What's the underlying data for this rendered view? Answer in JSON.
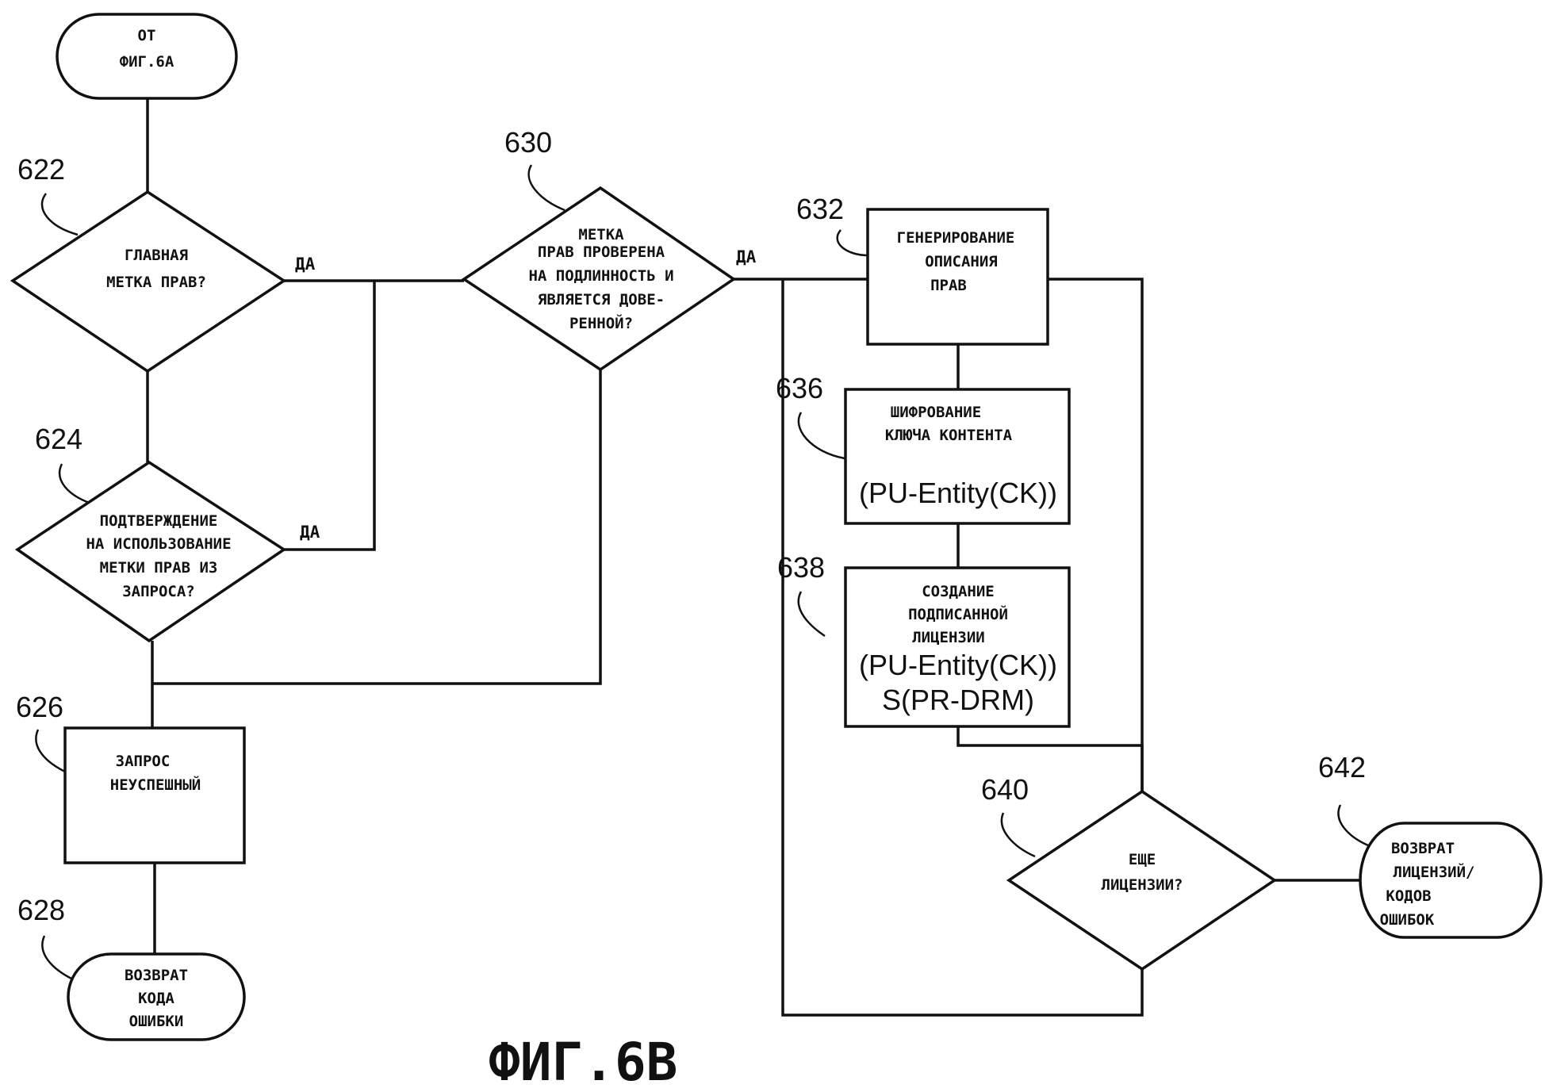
{
  "figure_title": "ФИГ.6В",
  "start": {
    "lines": [
      "ОТ",
      "ФИГ.6А"
    ]
  },
  "nodes": {
    "n622": {
      "ref": "622",
      "lines": [
        "ГЛАВНАЯ",
        "МЕТКА ПРАВ?"
      ]
    },
    "n624": {
      "ref": "624",
      "lines": [
        "ПОДТВЕРЖДЕНИЕ",
        "НА ИСПОЛЬЗОВАНИЕ",
        "МЕТКИ ПРАВ ИЗ",
        "ЗАПРОСА?"
      ]
    },
    "n626": {
      "ref": "626",
      "lines": [
        "ЗАПРОС",
        "НЕУСПЕШНЫЙ"
      ]
    },
    "n628": {
      "ref": "628",
      "lines": [
        "ВОЗВРАТ",
        "КОДА",
        "ОШИБКИ"
      ]
    },
    "n630": {
      "ref": "630",
      "lines": [
        "МЕТКА",
        "ПРАВ ПРОВЕРЕНА",
        "НА ПОДЛИННОСТЬ И",
        "ЯВЛЯЕТСЯ ДОВЕ-",
        "РЕННОЙ?"
      ]
    },
    "n632": {
      "ref": "632",
      "lines": [
        "ГЕНЕРИРОВАНИЕ",
        "ОПИСАНИЯ",
        "ПРАВ"
      ]
    },
    "n636": {
      "ref": "636",
      "lines": [
        "ШИФРОВАНИЕ",
        "КЛЮЧА КОНТЕНТА"
      ],
      "formula": "(PU-Entity(CK))"
    },
    "n638": {
      "ref": "638",
      "lines": [
        "СОЗДАНИЕ",
        "ПОДПИСАННОЙ",
        "ЛИЦЕНЗИИ"
      ],
      "formula_lines": [
        "(PU-Entity(CK))",
        "S(PR-DRM)"
      ]
    },
    "n640": {
      "ref": "640",
      "lines": [
        "ЕЩЕ",
        "ЛИЦЕНЗИИ?"
      ]
    },
    "n642": {
      "ref": "642",
      "lines": [
        "ВОЗВРАТ",
        "ЛИЦЕНЗИЙ/",
        "КОДОВ",
        "ОШИБОК"
      ]
    }
  },
  "edge_labels": {
    "yes_622": "ДА",
    "yes_624": "ДА",
    "yes_630": "ДА"
  }
}
